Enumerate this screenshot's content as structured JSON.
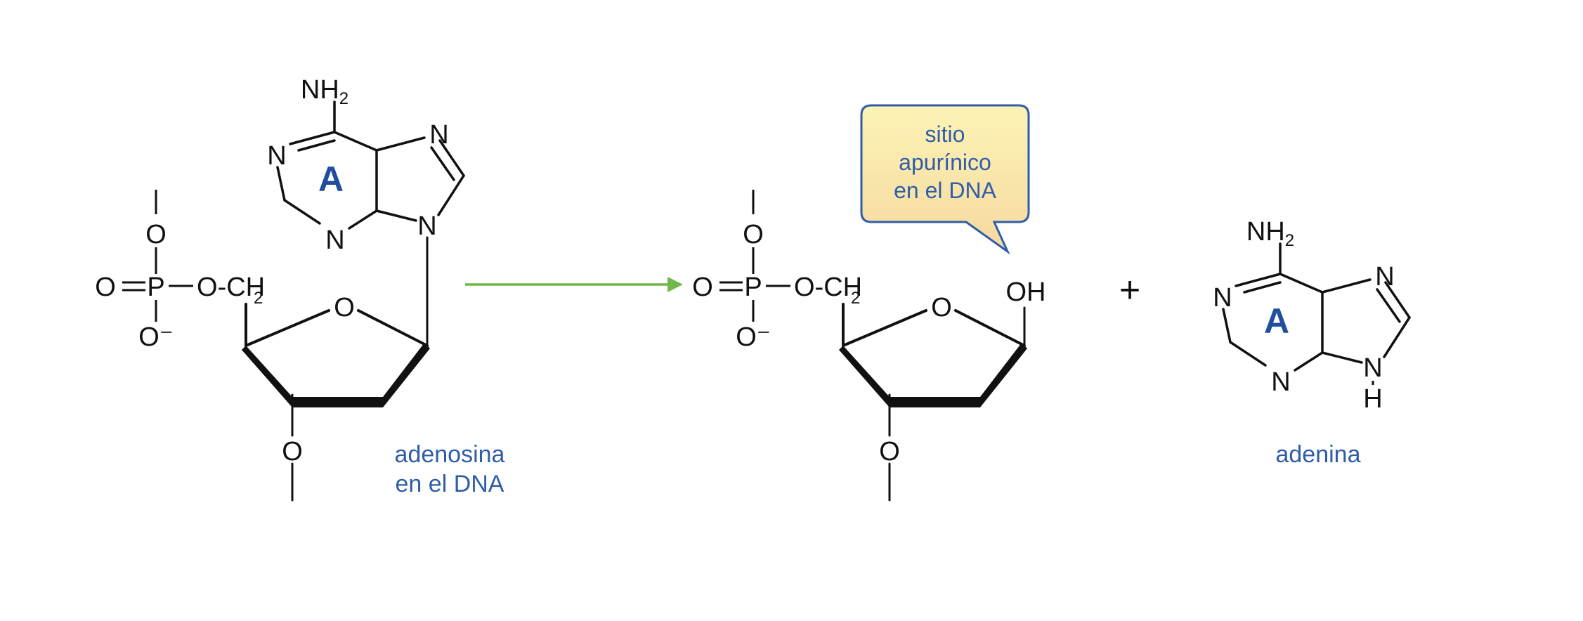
{
  "colors": {
    "label": "#2f5da8",
    "ring_letter": "#1f4f9c",
    "arrow": "#72b84b",
    "bond": "#111111",
    "bubble_fill_top": "#fdf3b6",
    "bubble_fill_bottom": "#f5d9a0",
    "bubble_stroke": "#2f5da8"
  },
  "atoms": {
    "O": "O",
    "P": "P",
    "O_minus": "O⁻",
    "O_CH": "O-CH",
    "sub_2": "2",
    "N": "N",
    "NH": "NH",
    "H": "H",
    "OH": "OH",
    "ring_letter": "A"
  },
  "reactant": {
    "label_line1": "adenosina",
    "label_line2": "en el DNA"
  },
  "product_sugar": {
    "bubble_line1": "sitio",
    "bubble_line2": "apurínico",
    "bubble_line3": "en el DNA"
  },
  "plus_sign": "+",
  "product_base": {
    "label": "adenina"
  }
}
